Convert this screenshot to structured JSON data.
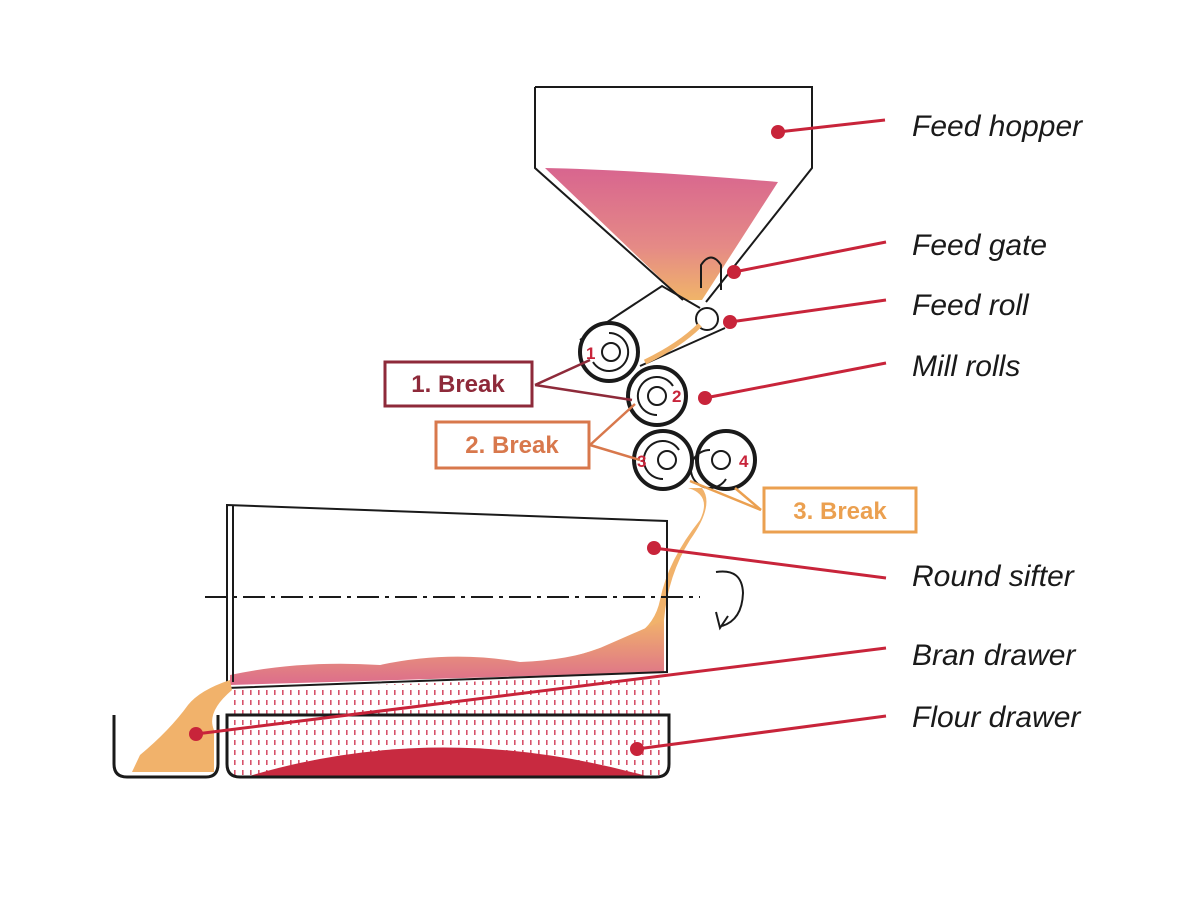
{
  "labels": {
    "feed_hopper": "Feed hopper",
    "feed_gate": "Feed gate",
    "feed_roll": "Feed roll",
    "mill_rolls": "Mill rolls",
    "round_sifter": "Round sifter",
    "bran_drawer": "Bran drawer",
    "flour_drawer": "Flour drawer"
  },
  "breaks": {
    "break_1": "1. Break",
    "break_2": "2. Break",
    "break_3": "3. Break"
  },
  "rolls": {
    "roll_1": "1",
    "roll_2": "2",
    "roll_3": "3",
    "roll_4": "4"
  },
  "colors": {
    "leader": "#c8243a",
    "break_1": "#8e2a3a",
    "break_2": "#d8784c",
    "break_3": "#eba050",
    "grain_top": "#d86b8e",
    "grain_bottom": "#f0b26a",
    "flour": "#c82a40"
  }
}
